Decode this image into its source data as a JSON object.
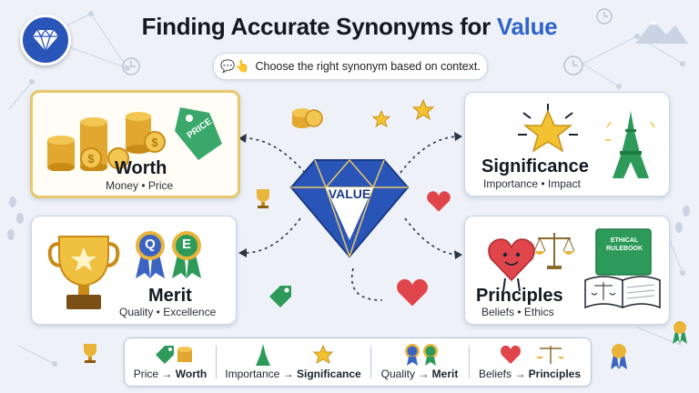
{
  "title": {
    "prefix": "Finding Accurate Synonyms for ",
    "highlight": "Value"
  },
  "hint": {
    "icon": "speech-hand-icon",
    "text": "Choose the right synonym based on context."
  },
  "center": {
    "label": "VALUE"
  },
  "cards": {
    "worth": {
      "name": "Worth",
      "sub": "Money • Price",
      "tag": "PRICE"
    },
    "significance": {
      "name": "Significance",
      "sub": "Importance • Impact"
    },
    "merit": {
      "name": "Merit",
      "sub": "Quality • Excellence",
      "badge_q": "Q",
      "badge_e": "E"
    },
    "principles": {
      "name": "Principles",
      "sub": "Beliefs • Ethics",
      "book": "ETHICAL RULEBOOK"
    }
  },
  "legend": [
    {
      "from": "Price",
      "to": "Worth"
    },
    {
      "from": "Importance",
      "to": "Significance"
    },
    {
      "from": "Quality",
      "to": "Merit"
    },
    {
      "from": "Beliefs",
      "to": "Principles"
    }
  ],
  "colors": {
    "accent": "#2f63c9",
    "gold": "#e8c66a",
    "diamond": "#2a55b8",
    "heart": "#e0454b",
    "green": "#2d9a5a"
  }
}
